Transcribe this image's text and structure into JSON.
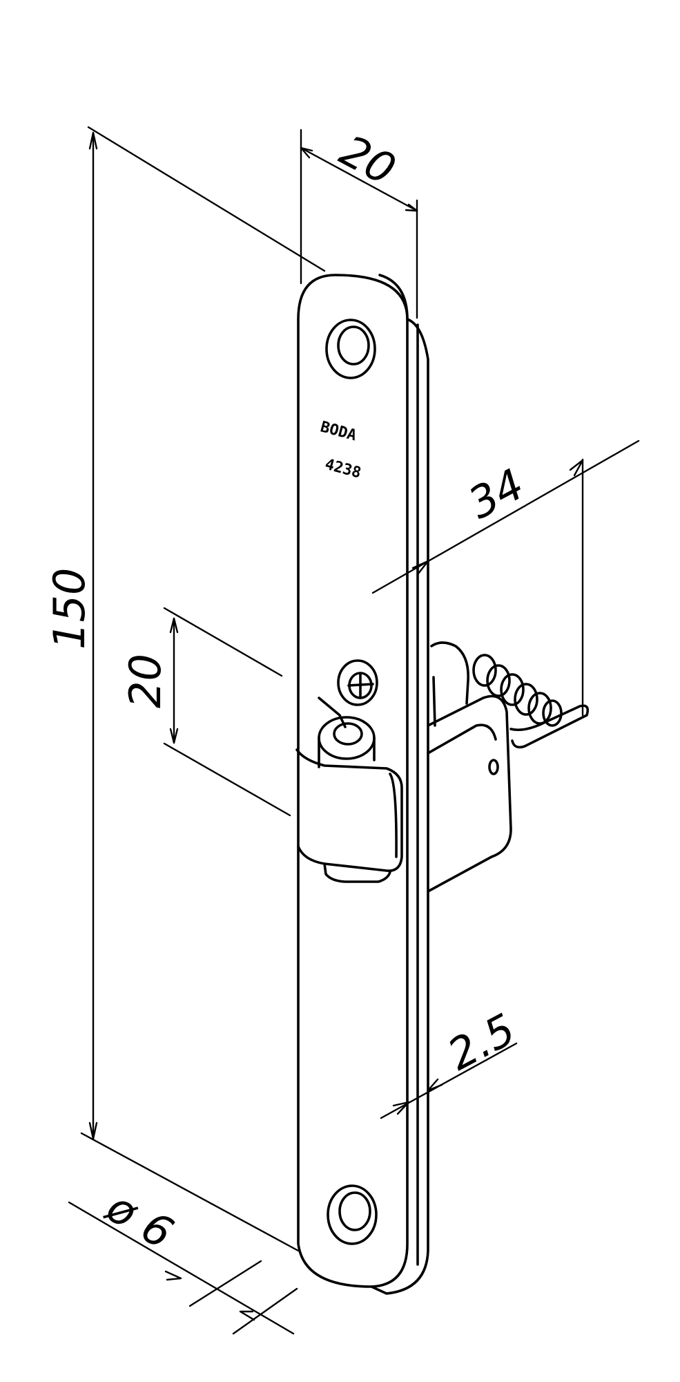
{
  "drawing": {
    "dimensions": {
      "total_length": "150",
      "plate_width": "20",
      "projection": "34",
      "bolt_height": "20",
      "thickness": "2.5",
      "hole_diameter": "ø 6"
    },
    "stamp": {
      "line1": "BODA",
      "line2": "4238"
    },
    "colors": {
      "line": "#000000",
      "background": "#ffffff"
    }
  }
}
